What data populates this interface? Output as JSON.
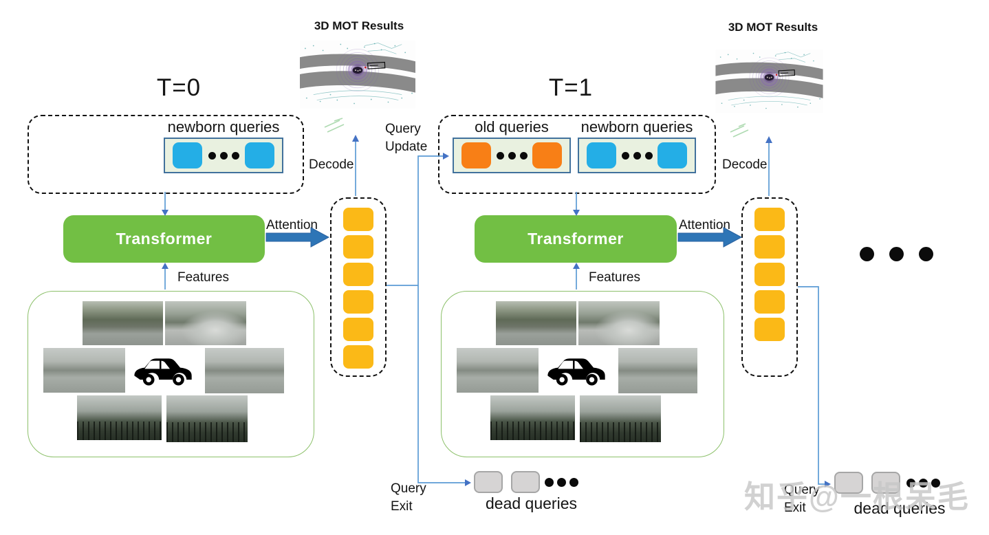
{
  "t0": {
    "time_label": "T=0",
    "mot_title": "3D MOT Results",
    "newborn_label": "newborn queries",
    "transformer_label": "Transformer",
    "attention_label": "Attention",
    "features_label": "Features",
    "decode_label": "Decode",
    "active_query_count": 6,
    "dead": {
      "label": "dead queries",
      "count": 2
    },
    "exit": {
      "line1": "Query",
      "line2": "Exit"
    }
  },
  "t1": {
    "time_label": "T=1",
    "mot_title": "3D MOT Results",
    "old_label": "old queries",
    "newborn_label": "newborn queries",
    "transformer_label": "Transformer",
    "attention_label": "Attention",
    "features_label": "Features",
    "decode_label": "Decode",
    "active_query_count": 5,
    "dead": {
      "label": "dead queries",
      "count": 2
    },
    "exit": {
      "line1": "Query",
      "line2": "Exit"
    }
  },
  "update": {
    "line1": "Query",
    "line2": "Update"
  },
  "watermark": {
    "text": "知乎@一根呆毛"
  },
  "ui": {
    "strip_dot_count": 3,
    "ellipsis_count": 3
  },
  "colors": {
    "transformer_green": "#72BF44",
    "newborn_query_blue": "#24AEE6",
    "old_query_orange": "#F87F16",
    "active_query_yellow": "#FBB917",
    "dead_query_gray": "#D6D4D4",
    "query_strip_bg": "#E9F1E0",
    "query_strip_border": "#41719C",
    "attention_arrow_blue": "#2E75B6",
    "connector_blue": "#5B9BD5",
    "camera_box_border": "#8CC06A"
  }
}
